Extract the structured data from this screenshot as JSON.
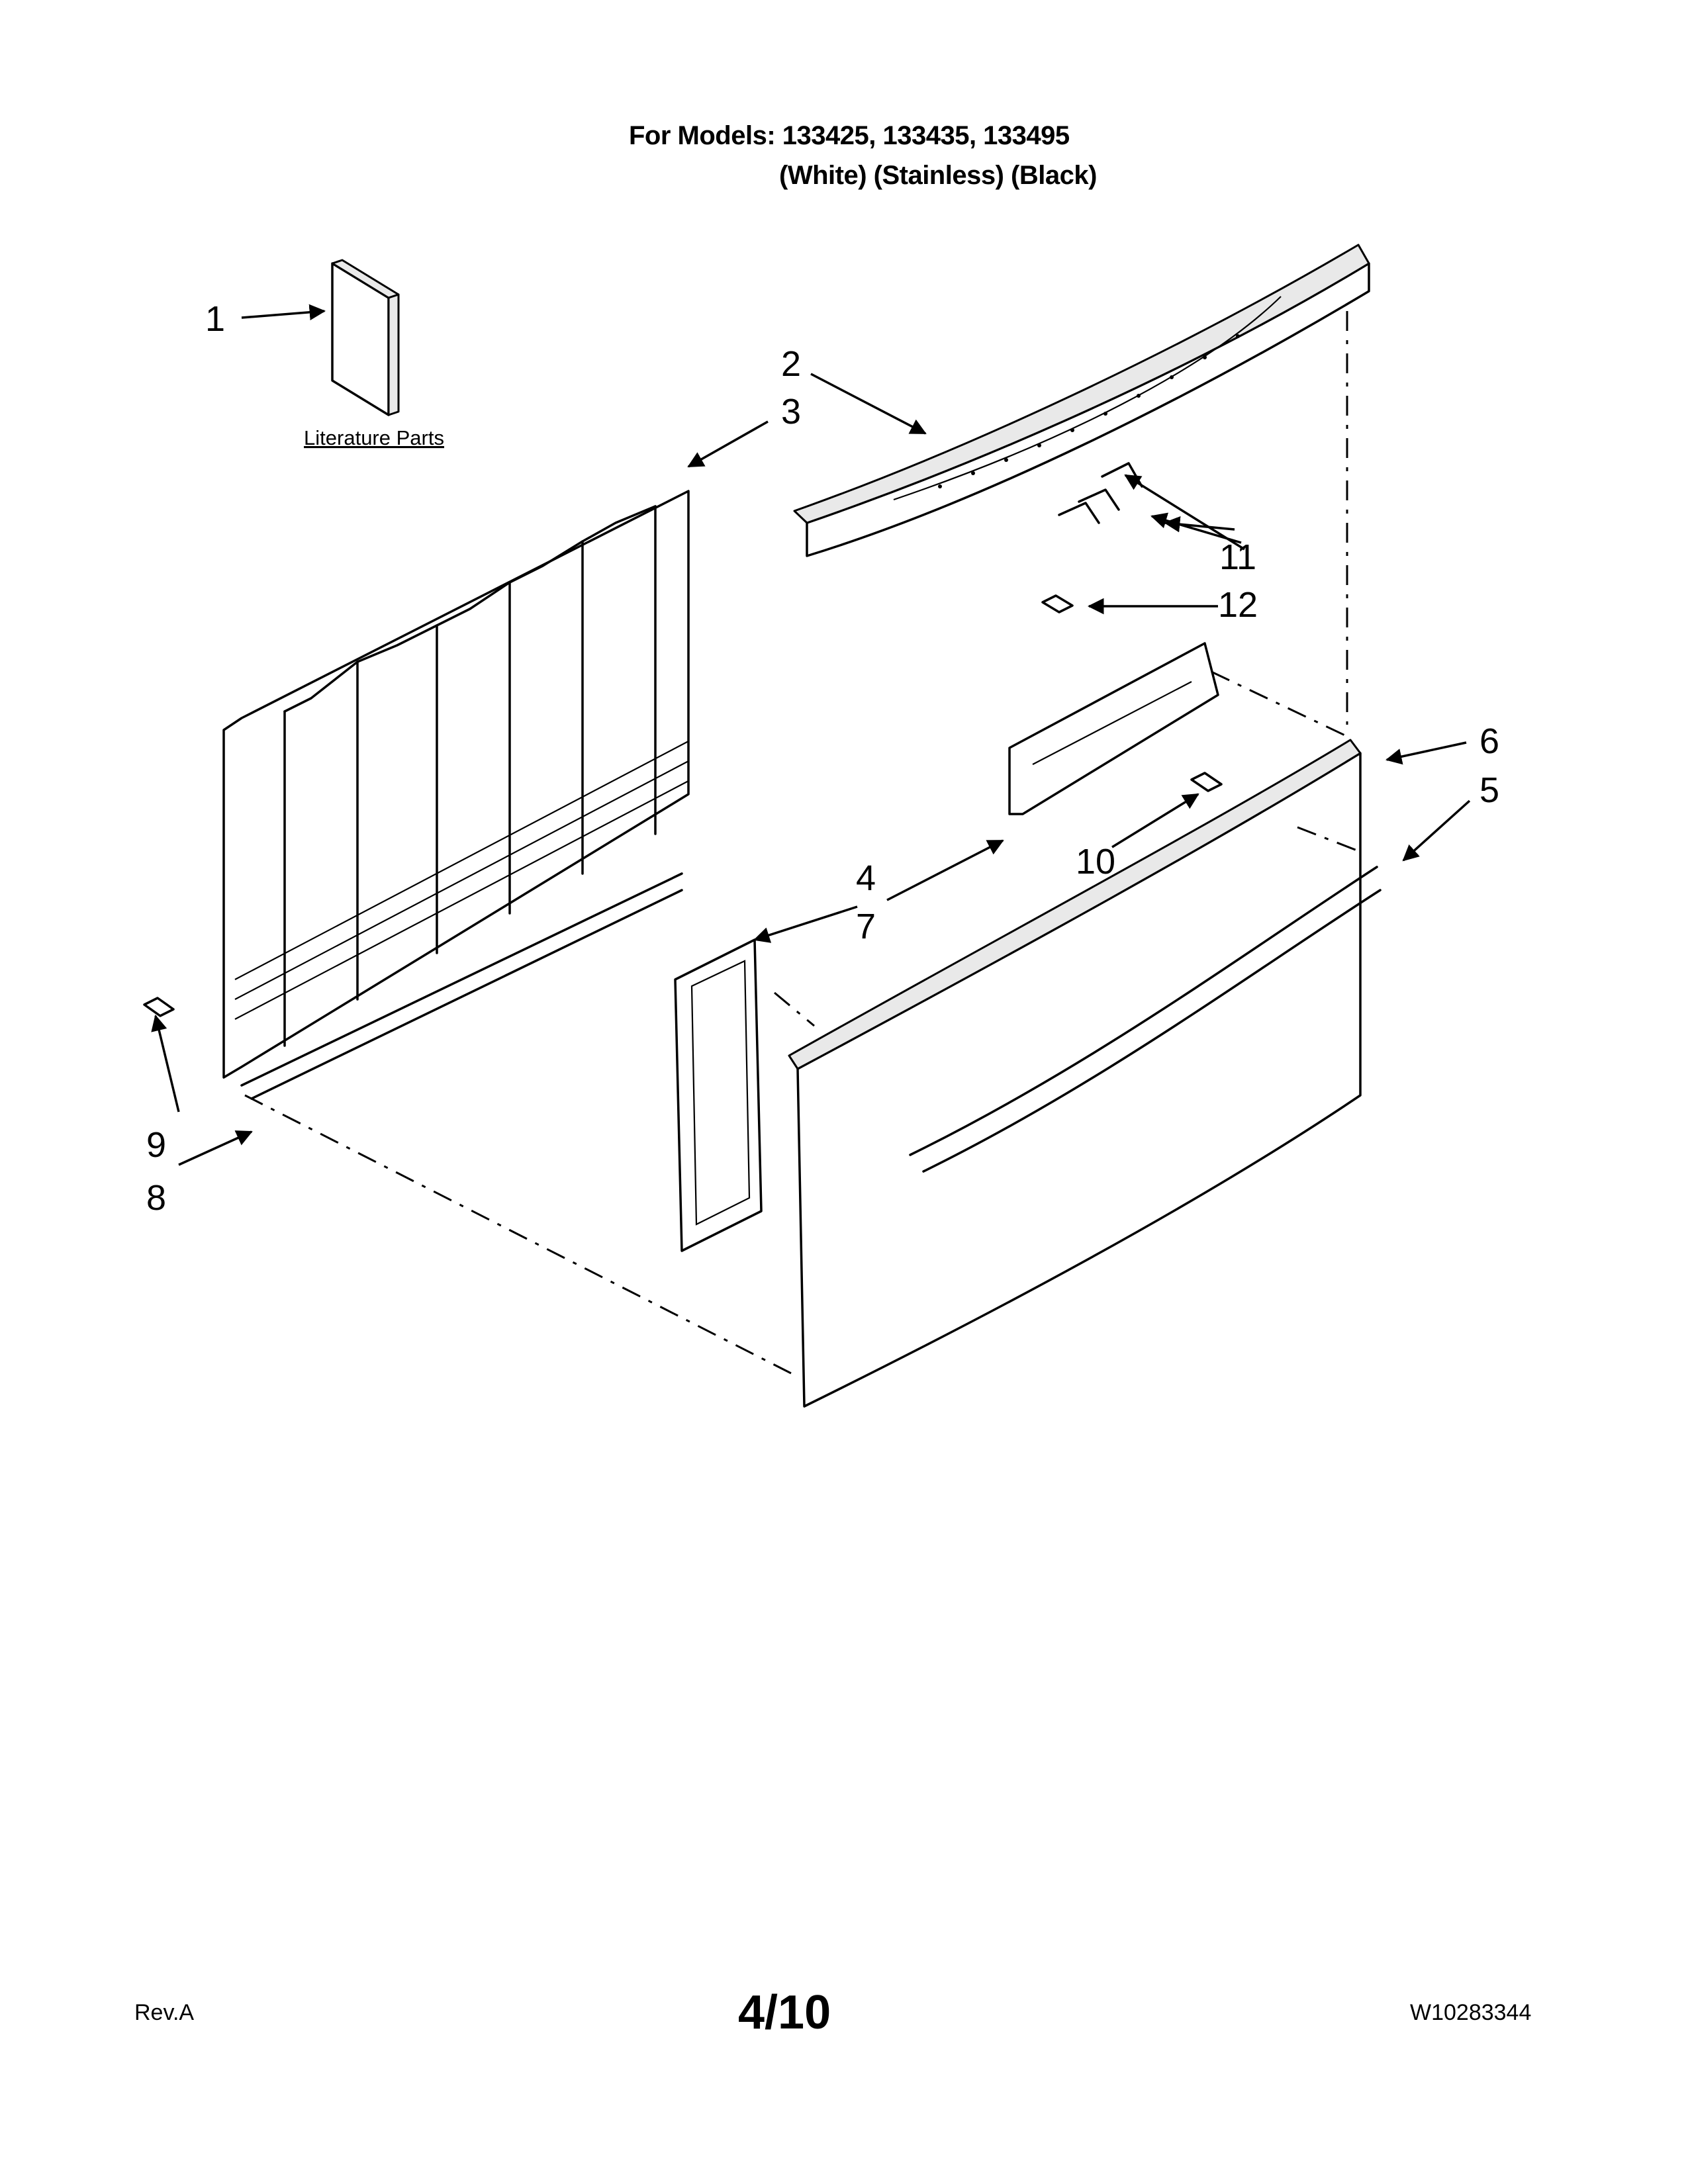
{
  "header": {
    "models_line": "For Models: 133425, 133435, 133495",
    "colors_line": "(White) (Stainless) (Black)"
  },
  "callouts": [
    "1",
    "2",
    "3",
    "4",
    "5",
    "6",
    "7",
    "8",
    "9",
    "10",
    "11",
    "12"
  ],
  "literature_label": "Literature Parts",
  "footer": {
    "revision": "Rev.A",
    "page": "4/10",
    "doc_number": "W10283344"
  }
}
